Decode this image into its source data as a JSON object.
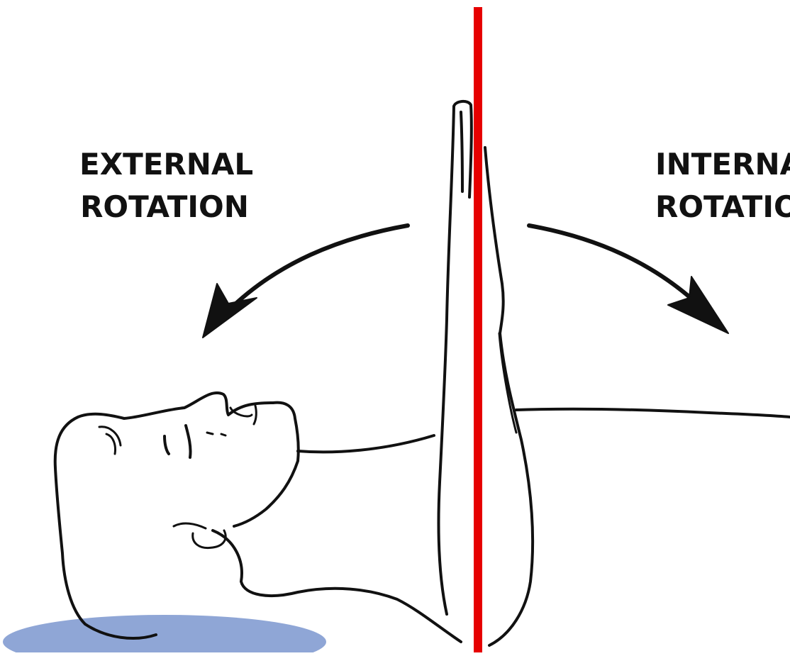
{
  "labels": {
    "external_line1": "EXTERNAL",
    "external_line2": "ROTATION",
    "internal_line1": "INTERNAL",
    "internal_line2": "ROTATION"
  },
  "colors": {
    "reference_line": "#e60000",
    "pillow": "#8fa6d6",
    "ink": "#111111",
    "background": "#ffffff"
  },
  "arrows": {
    "left": "external-rotation-arrow",
    "right": "internal-rotation-arrow"
  }
}
